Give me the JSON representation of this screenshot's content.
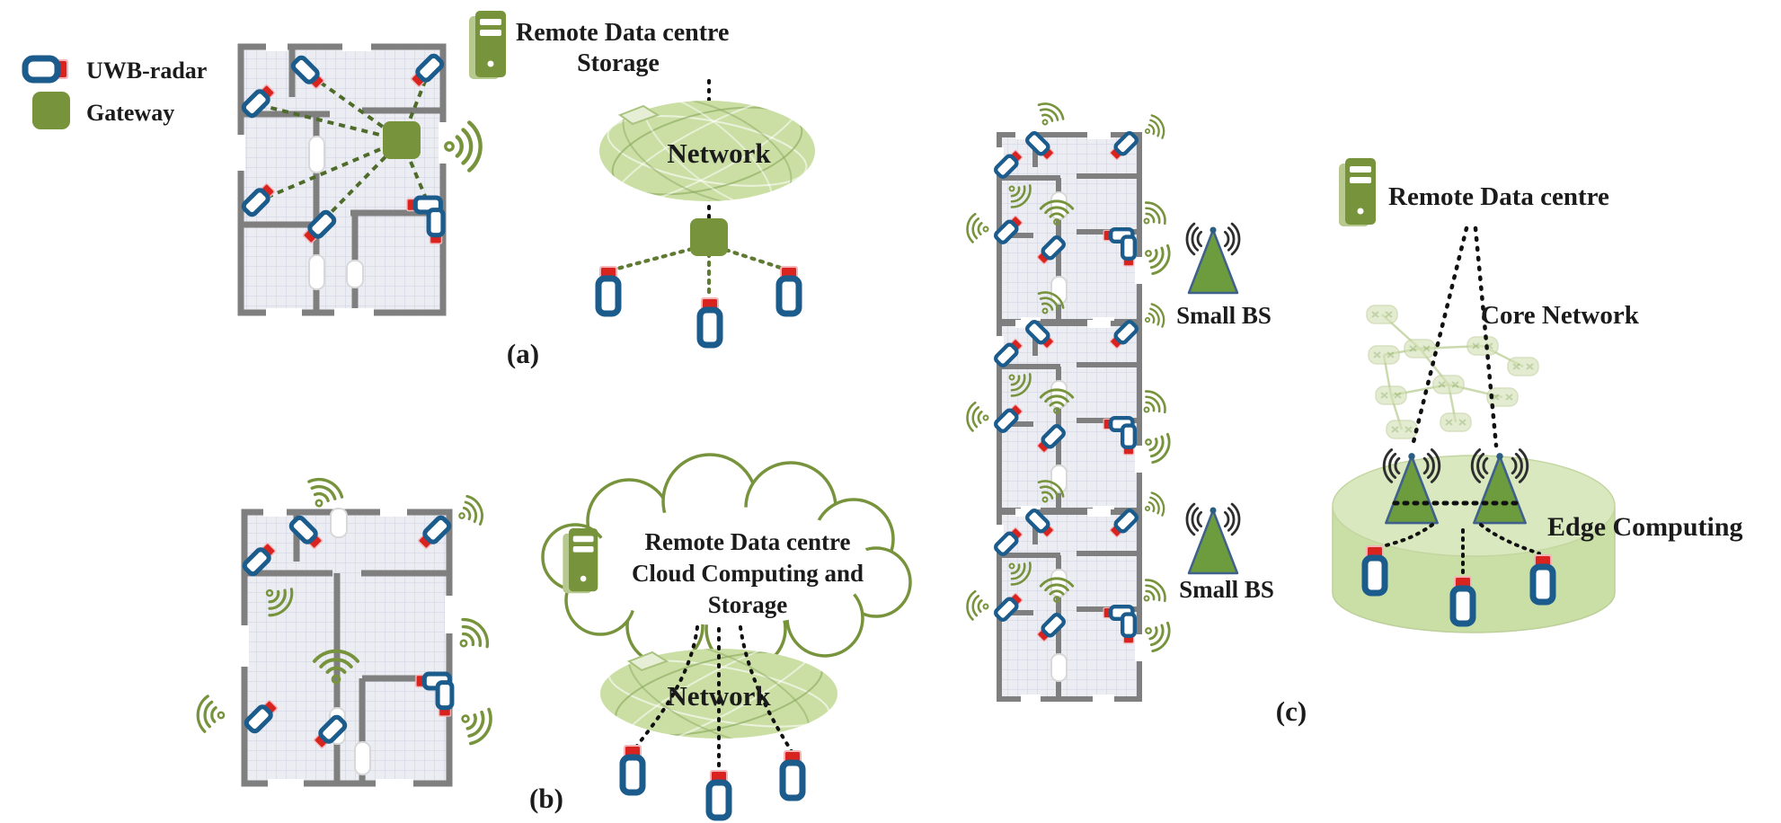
{
  "legend": {
    "uwb_radar_label": "UWB-radar",
    "gateway_label": "Gateway"
  },
  "panel_a": {
    "caption": "(a)",
    "dc_line1": "Remote Data centre",
    "dc_line2": "Storage",
    "network_label": "Network"
  },
  "panel_b": {
    "caption": "(b)",
    "cloud_line1": "Remote Data centre",
    "cloud_line2": "Cloud Computing and",
    "cloud_line3": "Storage",
    "network_label": "Network"
  },
  "panel_c": {
    "caption": "(c)",
    "small_bs_top": "Small BS",
    "small_bs_bottom": "Small BS",
    "dc_label": "Remote Data centre",
    "core_network_label": "Core Network",
    "edge_computing_label": "Edge Computing"
  },
  "colors": {
    "green": "#77933C",
    "light_green_ellipse": "#CBDFA5",
    "cylinder_green": "#CFE2AE",
    "radar_blue": "#1B5C8C",
    "radar_red": "#D9231F",
    "wall_gray": "#7F7F7F",
    "link_olive": "#4E6B2A",
    "text": "#1B1B1B"
  }
}
